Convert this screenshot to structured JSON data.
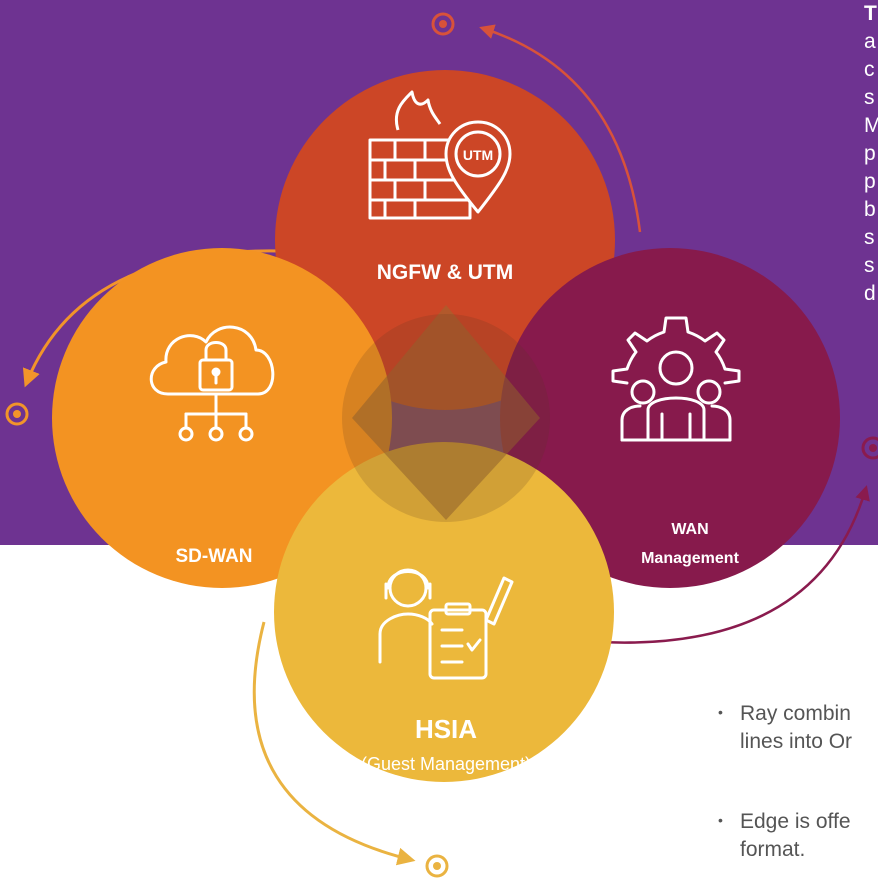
{
  "colors": {
    "background_purple": "#6e3391",
    "ngfw": "#cc4626",
    "sdwan": "#f39322",
    "wan": "#871a4c",
    "hsia": "#ecb83b",
    "center_overlap": "#9c6a30",
    "orange_arrow": "#f2942a",
    "wan_arrow": "#8a1b4e",
    "hsia_arrow": "#eab341",
    "top_arrow": "#d8523a"
  },
  "circles": {
    "ngfw": {
      "label": "NGFW & UTM",
      "icon": "firewall-utm-icon",
      "badge": "UTM"
    },
    "sdwan": {
      "label": "SD-WAN",
      "icon": "cloud-lock-network-icon"
    },
    "wan": {
      "label_line1": "WAN",
      "label_line2": "Management",
      "icon": "team-gear-icon"
    },
    "hsia": {
      "label": "HSIA",
      "sublabel": "(Guest Management)",
      "icon": "support-agent-checklist-icon"
    }
  },
  "right_text": {
    "lines": [
      "T",
      "a",
      "c",
      "s",
      "M",
      "p",
      "p",
      "b",
      "s",
      "s",
      "d"
    ]
  },
  "bullets": [
    {
      "line1": "Ray combin",
      "line2": "lines into Or"
    },
    {
      "line1": "Edge is offe",
      "line2": "format."
    }
  ]
}
